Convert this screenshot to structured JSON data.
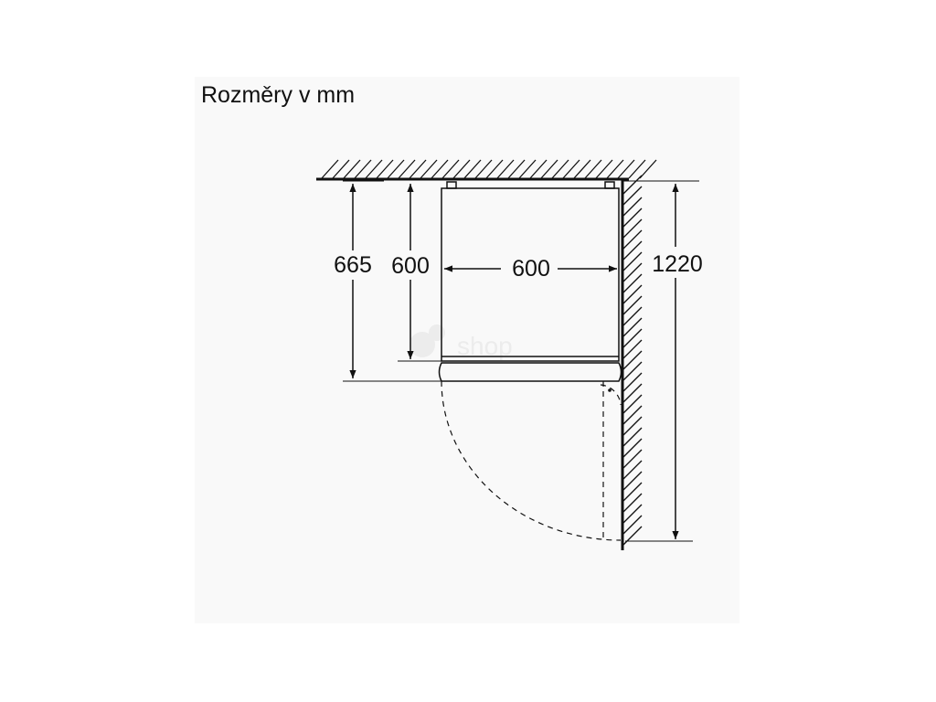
{
  "title": "Rozměry v mm",
  "dimensions": {
    "depth_total": "665",
    "depth_body": "600",
    "width": "600",
    "door_clearance": "1220"
  },
  "watermark": {
    "text": "shop"
  },
  "colors": {
    "line": "#111111",
    "panel": "#f9f9f9",
    "watermark": "#ececec"
  }
}
